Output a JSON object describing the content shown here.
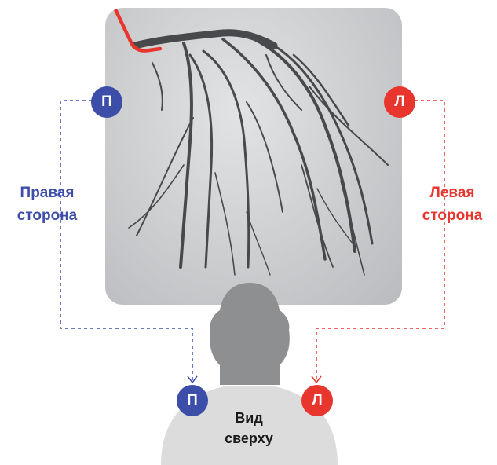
{
  "badges": {
    "right_top": "П",
    "left_top": "Л",
    "right_bottom": "П",
    "left_bottom": "Л"
  },
  "labels": {
    "right_side_line1": "Правая",
    "right_side_line2": "сторона",
    "left_side_line1": "Левая",
    "left_side_line2": "сторона",
    "top_view_line1": "Вид",
    "top_view_line2": "сверху"
  },
  "colors": {
    "right_accent": "#3d4ea8",
    "left_accent": "#e8352e",
    "silhouette": "#8e8f91",
    "silhouette_shoulders": "#dcdcdd",
    "catheter": "#e8352e"
  }
}
